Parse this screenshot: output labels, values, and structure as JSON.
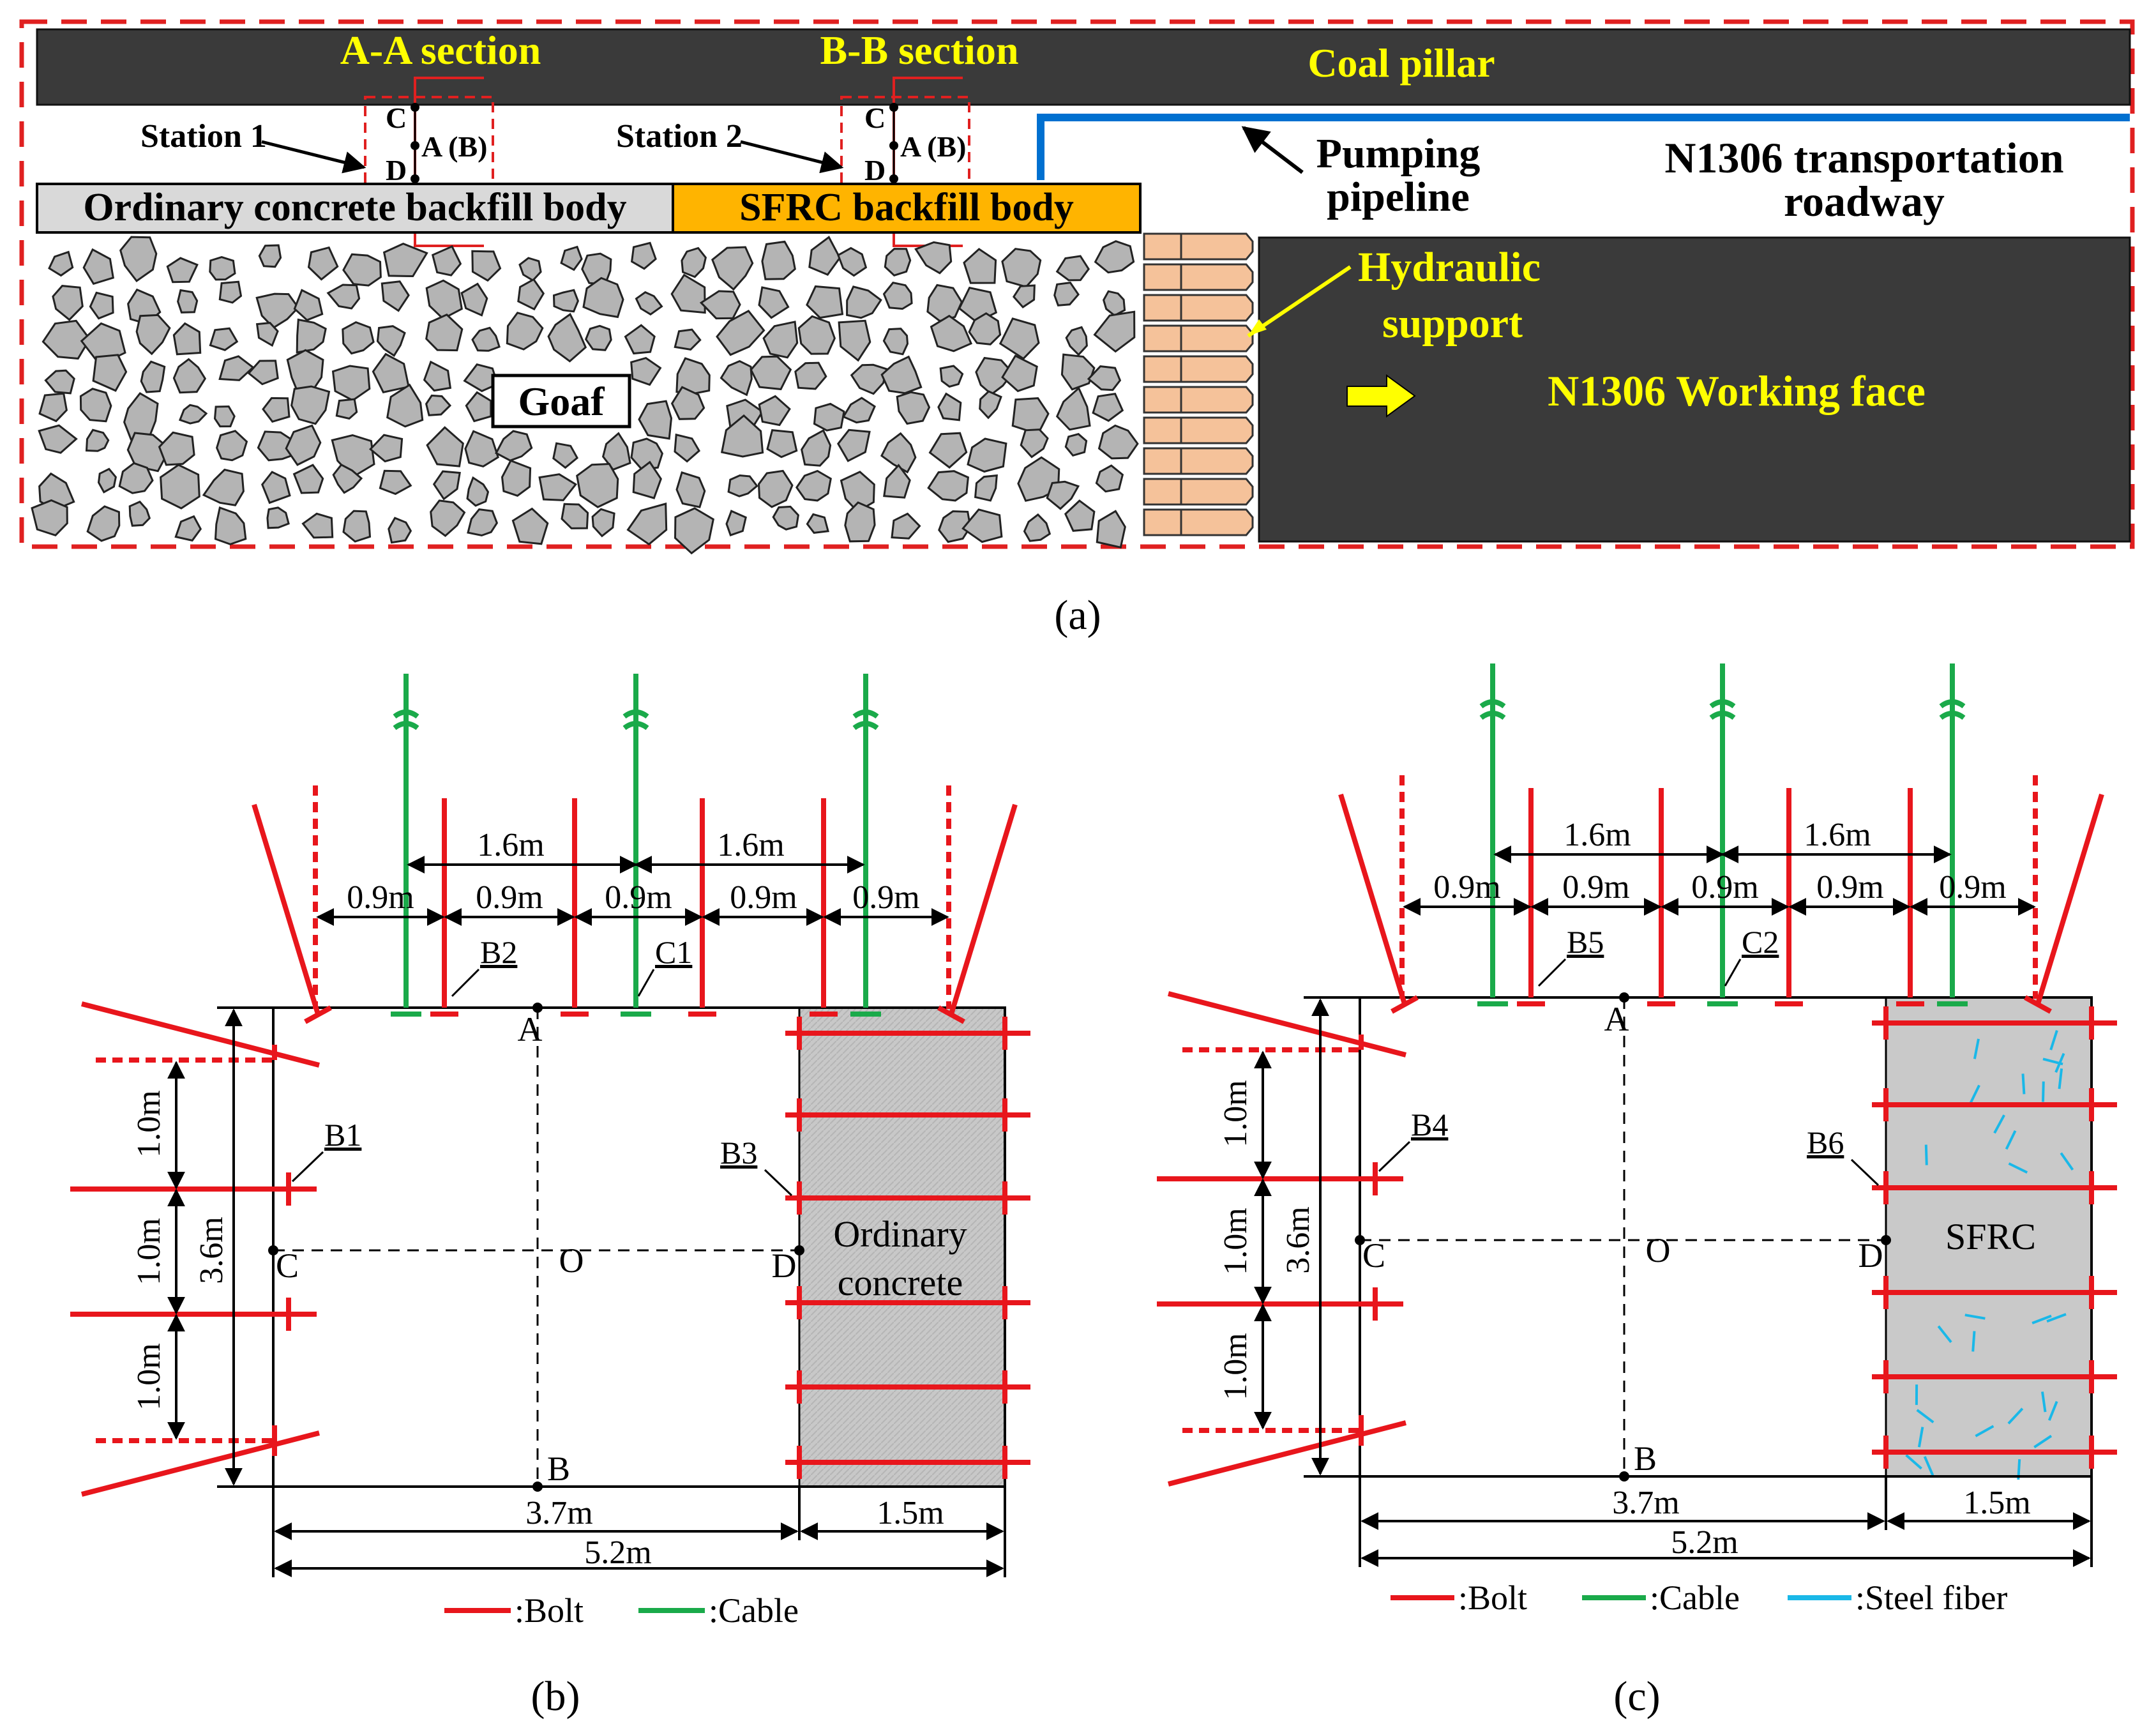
{
  "panel_a": {
    "caption": "(a)",
    "coal_pillar": "Coal pillar",
    "section_aa": "A-A section",
    "section_bb": "B-B section",
    "station1": "Station 1",
    "station2": "Station 2",
    "point_c": "C",
    "point_d": "D",
    "point_ab": "A (B)",
    "ordinary_backfill": "Ordinary concrete backfill body",
    "sfrc_backfill": "SFRC backfill body",
    "pumping_pipeline_1": "Pumping",
    "pumping_pipeline_2": "pipeline",
    "roadway_1": "N1306 transportation",
    "roadway_2": "roadway",
    "hydraulic_1": "Hydraulic",
    "hydraulic_2": "support",
    "goaf": "Goaf",
    "working_face": "N1306 Working face",
    "colors": {
      "dark": "#3a3a3a",
      "sfrc": "#ffb400",
      "ordinary": "#d9d9d9",
      "pipe": "#0070d0",
      "dashed_red": "#e02020",
      "support": "#f5c29a"
    }
  },
  "panel_b": {
    "caption": "(b)",
    "dim_1_6a": "1.6m",
    "dim_1_6b": "1.6m",
    "dim_0_9a": "0.9m",
    "dim_0_9b": "0.9m",
    "dim_0_9c": "0.9m",
    "dim_0_9d": "0.9m",
    "dim_0_9e": "0.9m",
    "b_left": "B1",
    "b_top": "B2",
    "b_right": "B3",
    "c_top": "C1",
    "pA": "A",
    "pB": "B",
    "pC": "C",
    "pD": "D",
    "pO": "O",
    "dim_1_0a": "1.0m",
    "dim_1_0b": "1.0m",
    "dim_1_0c": "1.0m",
    "dim_3_6": "3.6m",
    "dim_3_7": "3.7m",
    "dim_1_5": "1.5m",
    "dim_5_2": "5.2m",
    "fill_label_1": "Ordinary",
    "fill_label_2": "concrete",
    "legend_bolt": ":Bolt",
    "legend_cable": ":Cable"
  },
  "panel_c": {
    "caption": "(c)",
    "dim_1_6a": "1.6m",
    "dim_1_6b": "1.6m",
    "dim_0_9a": "0.9m",
    "dim_0_9b": "0.9m",
    "dim_0_9c": "0.9m",
    "dim_0_9d": "0.9m",
    "dim_0_9e": "0.9m",
    "b_left": "B4",
    "b_top": "B5",
    "b_right": "B6",
    "c_top": "C2",
    "pA": "A",
    "pB": "B",
    "pC": "C",
    "pD": "D",
    "pO": "O",
    "dim_1_0a": "1.0m",
    "dim_1_0b": "1.0m",
    "dim_1_0c": "1.0m",
    "dim_3_6": "3.6m",
    "dim_3_7": "3.7m",
    "dim_1_5": "1.5m",
    "dim_5_2": "5.2m",
    "fill_label": "SFRC",
    "legend_bolt": ":Bolt",
    "legend_cable": ":Cable",
    "legend_fiber": ":Steel fiber"
  },
  "legend_colors": {
    "bolt": "#e8161c",
    "cable": "#1aaa4a",
    "fiber": "#1ab8e8"
  }
}
